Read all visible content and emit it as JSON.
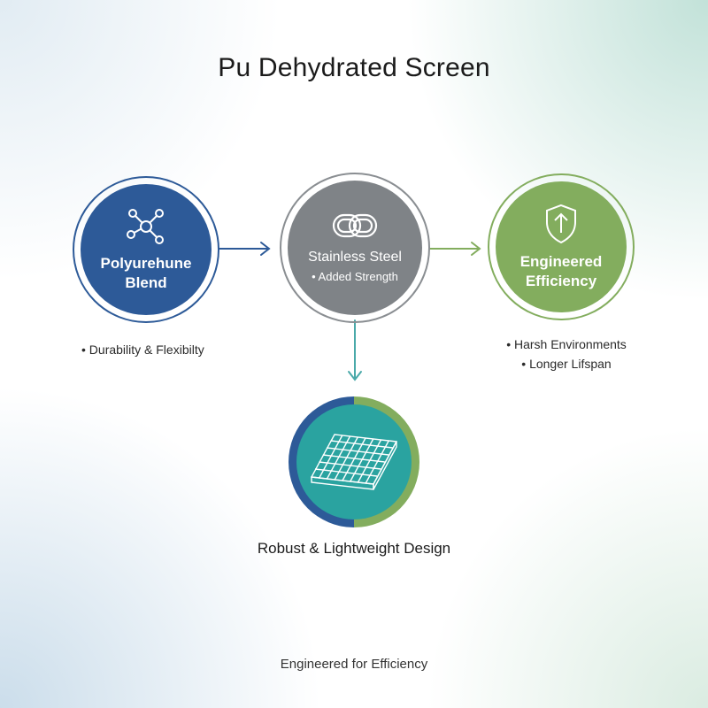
{
  "title": "Pu Dehydrated Screen",
  "colors": {
    "blue": "#2d5a98",
    "gray": "#7f8387",
    "green": "#83ad5e",
    "teal": "#2aa3a0",
    "arrow_blue": "#2d5a98",
    "arrow_green": "#83ad5e",
    "arrow_teal": "#4aa9a9"
  },
  "nodes": {
    "polyurethane": {
      "label": "Polyurehune Blend",
      "icon": "molecule-network-icon",
      "bullets": [
        "• Durability & Flexibilty"
      ]
    },
    "steel": {
      "label": "Stainless Steel",
      "sub": "• Added Strength",
      "icon": "interlocking-links-icon"
    },
    "efficiency": {
      "label": "Engineered Efficiency",
      "icon": "shield-up-arrow-icon",
      "bullets": [
        "• Harsh Environments",
        "• Longer Lifspan"
      ]
    },
    "design": {
      "label": "Robust & Lightweight Design",
      "icon": "mesh-screen-panel-icon"
    }
  },
  "footer": "Engineered for Efficiency"
}
